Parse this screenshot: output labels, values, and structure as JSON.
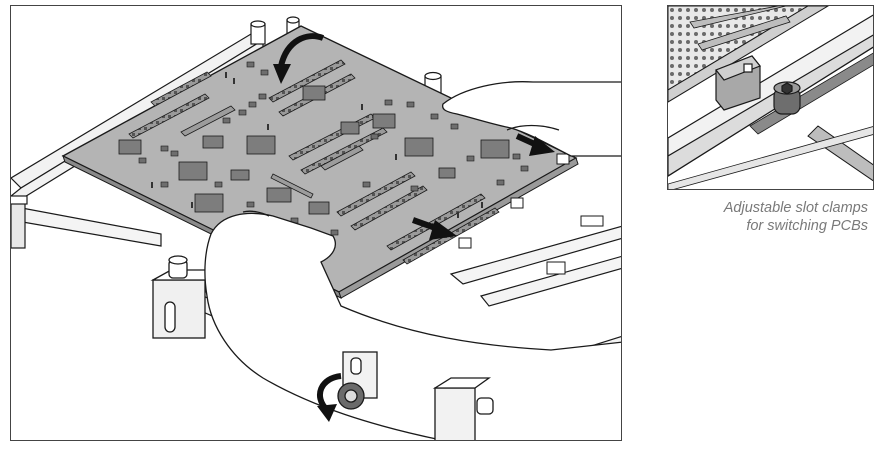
{
  "caption": {
    "line1": "Adjustable slot clamps",
    "line2": "for switching PCBs"
  },
  "icons": {
    "main": "pcb-holder-illustration",
    "inset": "slot-clamp-detail-illustration",
    "arrows": [
      "curved-rotate-arrow",
      "straight-push-arrow"
    ]
  },
  "colors": {
    "line": "#1a1a1a",
    "board": "#b4b4b4",
    "component": "#7d7d7d",
    "glove": "#ffffff",
    "caption": "#7a7a7a"
  }
}
